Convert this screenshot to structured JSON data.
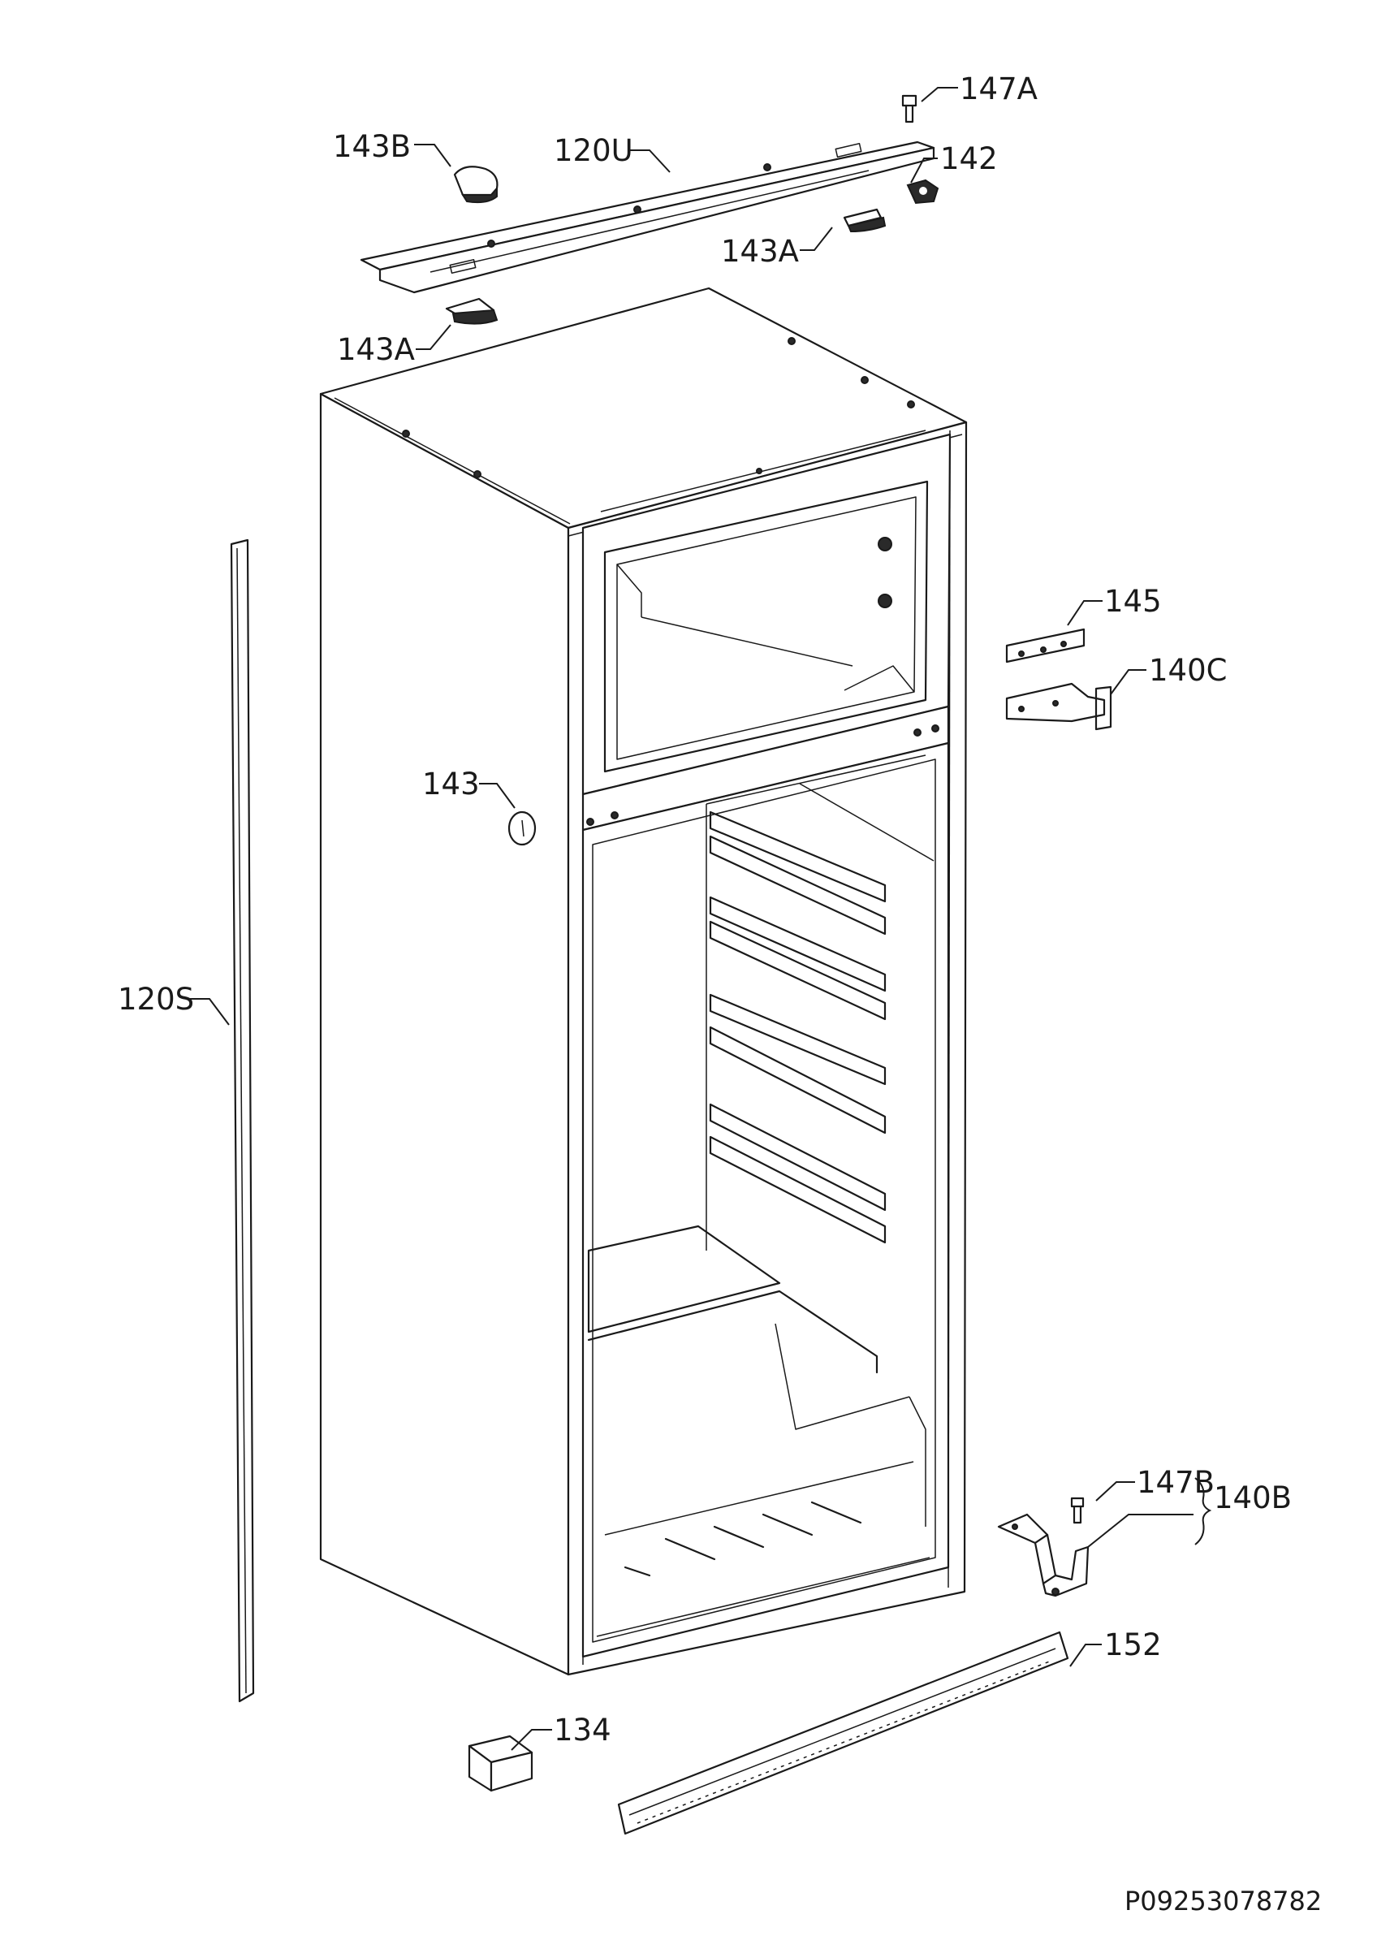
{
  "labels": {
    "l147A": "147A",
    "l143B": "143B",
    "l120U": "120U",
    "l142": "142",
    "l143A_top": "143A",
    "l143A_left": "143A",
    "l145": "145",
    "l140C": "140C",
    "l143": "143",
    "l120S": "120S",
    "l147B": "147B",
    "l140B": "140B",
    "l152": "152",
    "l134": "134"
  },
  "document_id": "P09253078782"
}
